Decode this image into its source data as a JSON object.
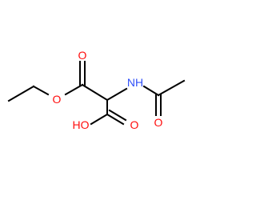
{
  "molecule": {
    "atoms": {
      "ester_oxygen": "O",
      "ester_carbonyl_oxygen": "O",
      "amide_nitrogen": "NH",
      "amide_carbonyl_oxygen": "O",
      "acid_hydroxyl": "HO",
      "acid_carbonyl_oxygen": "O"
    },
    "colors": {
      "bond": "#000000",
      "oxygen": "#ff0d0d",
      "nitrogen": "#3050f8",
      "background": "#ffffff"
    }
  }
}
